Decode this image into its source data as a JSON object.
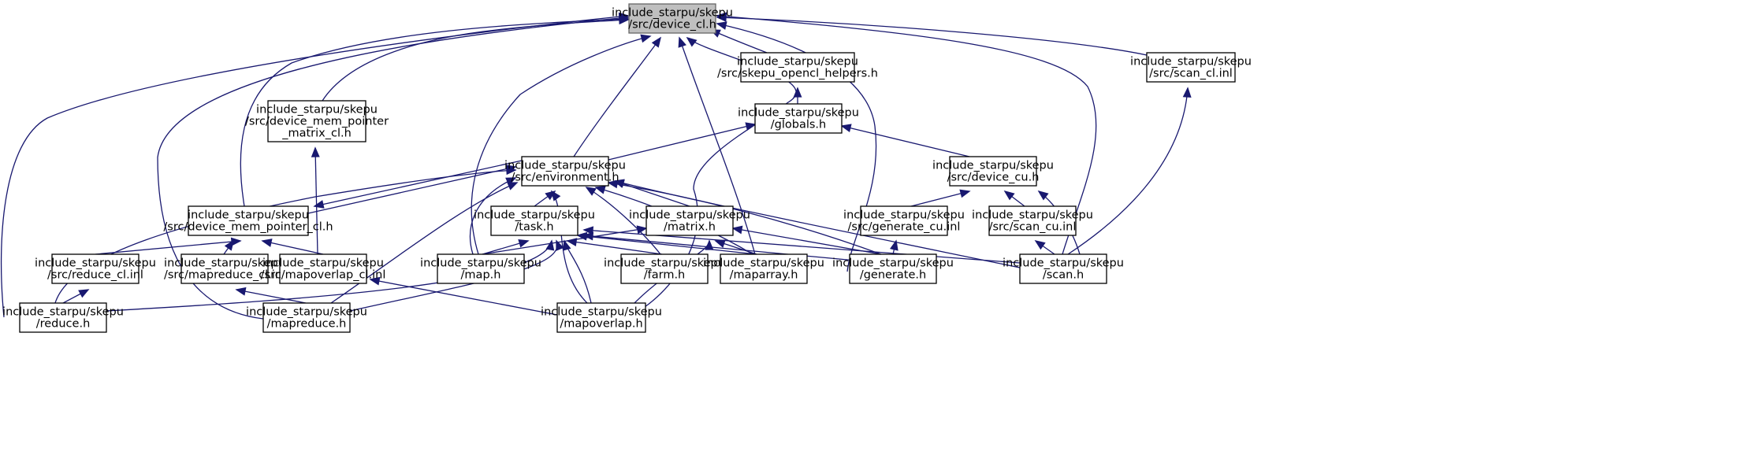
{
  "graph": {
    "edge_color": "#191970",
    "root_fill": "#bfbfbf",
    "nodes": [
      {
        "id": "device_cl",
        "lines": [
          "include_starpu/skepu",
          "/src/device_cl.h"
        ],
        "root": true
      },
      {
        "id": "opencl_helpers",
        "lines": [
          "include_starpu/skepu",
          "/src/skepu_opencl_helpers.h"
        ]
      },
      {
        "id": "scan_cl",
        "lines": [
          "include_starpu/skepu",
          "/src/scan_cl.inl"
        ]
      },
      {
        "id": "dmp_matrix_cl",
        "lines": [
          "include_starpu/skepu",
          "/src/device_mem_pointer",
          "_matrix_cl.h"
        ]
      },
      {
        "id": "globals",
        "lines": [
          "include_starpu/skepu",
          "/globals.h"
        ]
      },
      {
        "id": "environment",
        "lines": [
          "include_starpu/skepu",
          "/src/environment.h"
        ]
      },
      {
        "id": "device_cu",
        "lines": [
          "include_starpu/skepu",
          "/src/device_cu.h"
        ]
      },
      {
        "id": "dmp_cl",
        "lines": [
          "include_starpu/skepu",
          "/src/device_mem_pointer_cl.h"
        ]
      },
      {
        "id": "task",
        "lines": [
          "include_starpu/skepu",
          "/task.h"
        ]
      },
      {
        "id": "matrix",
        "lines": [
          "include_starpu/skepu",
          "/matrix.h"
        ]
      },
      {
        "id": "generate_cu",
        "lines": [
          "include_starpu/skepu",
          "/src/generate_cu.inl"
        ]
      },
      {
        "id": "scan_cu",
        "lines": [
          "include_starpu/skepu",
          "/src/scan_cu.inl"
        ]
      },
      {
        "id": "reduce_cl",
        "lines": [
          "include_starpu/skepu",
          "/src/reduce_cl.inl"
        ]
      },
      {
        "id": "mapreduce_cl",
        "lines": [
          "include_starpu/skepu",
          "/src/mapreduce_cl.inl"
        ]
      },
      {
        "id": "mapoverlap_cl",
        "lines": [
          "include_starpu/skepu",
          "/src/mapoverlap_cl.inl"
        ]
      },
      {
        "id": "map",
        "lines": [
          "include_starpu/skepu",
          "/map.h"
        ]
      },
      {
        "id": "farm",
        "lines": [
          "include_starpu/skepu",
          "/farm.h"
        ]
      },
      {
        "id": "maparray",
        "lines": [
          "include_starpu/skepu",
          "/maparray.h"
        ]
      },
      {
        "id": "generate",
        "lines": [
          "include_starpu/skepu",
          "/generate.h"
        ]
      },
      {
        "id": "scan",
        "lines": [
          "include_starpu/skepu",
          "/scan.h"
        ]
      },
      {
        "id": "reduce",
        "lines": [
          "include_starpu/skepu",
          "/reduce.h"
        ]
      },
      {
        "id": "mapreduce",
        "lines": [
          "include_starpu/skepu",
          "/mapreduce.h"
        ]
      },
      {
        "id": "mapoverlap",
        "lines": [
          "include_starpu/skepu",
          "/mapoverlap.h"
        ]
      }
    ],
    "edges": [
      [
        "opencl_helpers",
        "device_cl"
      ],
      [
        "scan_cl",
        "device_cl"
      ],
      [
        "dmp_matrix_cl",
        "device_cl"
      ],
      [
        "environment",
        "device_cl"
      ],
      [
        "dmp_cl",
        "device_cl"
      ],
      [
        "map",
        "device_cl"
      ],
      [
        "maparray",
        "device_cl"
      ],
      [
        "generate",
        "device_cl"
      ],
      [
        "scan",
        "device_cl"
      ],
      [
        "reduce",
        "device_cl"
      ],
      [
        "mapreduce",
        "device_cl"
      ],
      [
        "mapoverlap",
        "device_cl"
      ],
      [
        "globals",
        "opencl_helpers"
      ],
      [
        "environment",
        "globals"
      ],
      [
        "device_cu",
        "globals"
      ],
      [
        "scan",
        "scan_cl"
      ],
      [
        "mapoverlap_cl",
        "dmp_matrix_cl"
      ],
      [
        "dmp_cl",
        "environment"
      ],
      [
        "environment",
        "dmp_cl"
      ],
      [
        "task",
        "environment"
      ],
      [
        "matrix",
        "environment"
      ],
      [
        "map",
        "environment"
      ],
      [
        "farm",
        "environment"
      ],
      [
        "maparray",
        "environment"
      ],
      [
        "generate",
        "environment"
      ],
      [
        "scan",
        "environment"
      ],
      [
        "reduce",
        "environment"
      ],
      [
        "mapreduce",
        "environment"
      ],
      [
        "mapoverlap",
        "environment"
      ],
      [
        "generate_cu",
        "device_cu"
      ],
      [
        "scan_cu",
        "device_cu"
      ],
      [
        "scan",
        "device_cu"
      ],
      [
        "reduce_cl",
        "dmp_cl"
      ],
      [
        "mapreduce_cl",
        "dmp_cl"
      ],
      [
        "mapoverlap_cl",
        "dmp_cl"
      ],
      [
        "map",
        "task"
      ],
      [
        "farm",
        "task"
      ],
      [
        "maparray",
        "task"
      ],
      [
        "generate",
        "task"
      ],
      [
        "scan",
        "task"
      ],
      [
        "reduce",
        "task"
      ],
      [
        "mapreduce",
        "task"
      ],
      [
        "mapoverlap",
        "task"
      ],
      [
        "map",
        "matrix"
      ],
      [
        "maparray",
        "matrix"
      ],
      [
        "generate",
        "matrix"
      ],
      [
        "mapoverlap",
        "matrix"
      ],
      [
        "generate",
        "generate_cu"
      ],
      [
        "scan",
        "scan_cu"
      ],
      [
        "reduce",
        "reduce_cl"
      ],
      [
        "mapreduce",
        "mapreduce_cl"
      ],
      [
        "mapoverlap",
        "mapoverlap_cl"
      ]
    ]
  }
}
